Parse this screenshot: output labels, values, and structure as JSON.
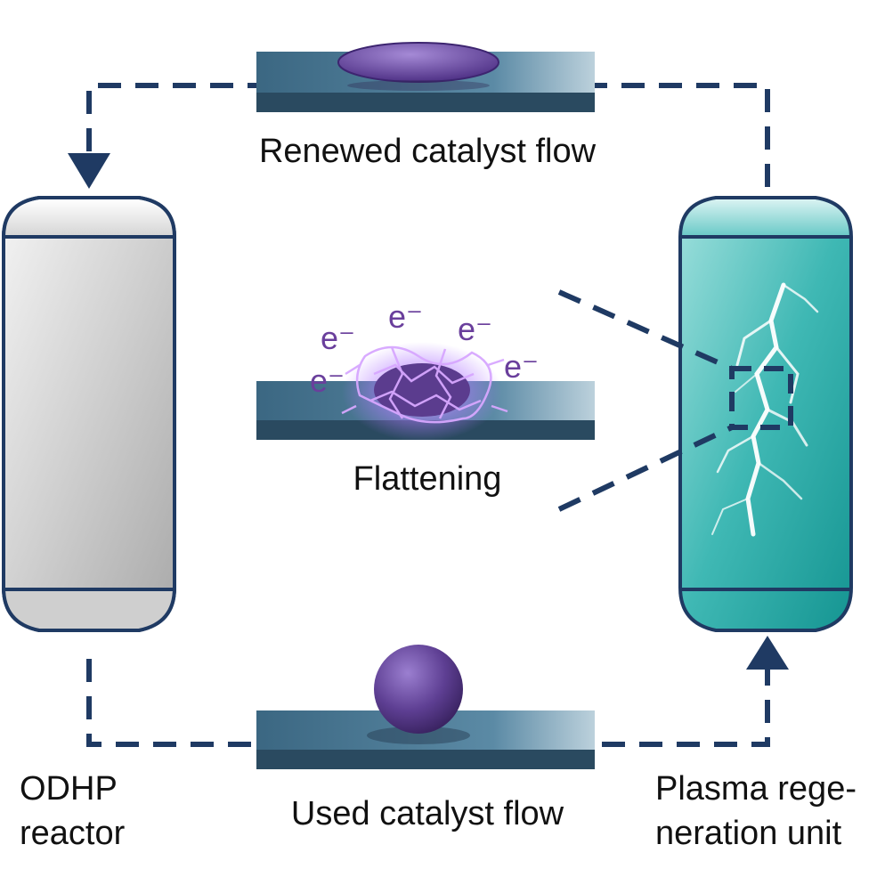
{
  "labels": {
    "renewed": "Renewed catalyst flow",
    "flattening": "Flattening",
    "used": "Used catalyst flow",
    "reactor_line1": "ODHP",
    "reactor_line2": "reactor",
    "plasma_line1": "Plasma rege-",
    "plasma_line2": "neration unit"
  },
  "electrons": [
    "e⁻",
    "e⁻",
    "e⁻",
    "e⁻",
    "e⁻"
  ],
  "colors": {
    "dash": "#1f3a63",
    "vessel_outline": "#1f3a63",
    "plate": "#3d6a86",
    "catalyst": "#6a4a9c",
    "spark": "#c58cff",
    "plasma": "#2aa8a6"
  }
}
